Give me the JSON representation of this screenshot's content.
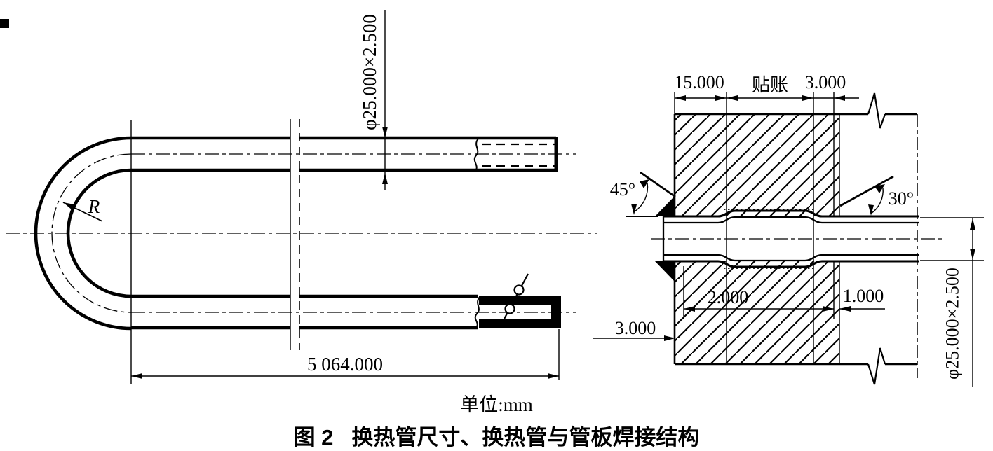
{
  "colors": {
    "ink": "#000000",
    "background": "#ffffff"
  },
  "left_view": {
    "od_label": "φ25.000×2.500",
    "radius_label": "R",
    "length_label": "5 064.000"
  },
  "right_view": {
    "weld_zone_width_label": "15.000",
    "expansion_zone_label": "贴账",
    "sheet_gap_label": "3.000",
    "weld_angle_label": "45°",
    "groove_angle_label": "30°",
    "groove_depth_label": "2.000",
    "gap_width_label": "1.000",
    "weld_leg_label": "3.000",
    "od_label": "φ25.000×2.500"
  },
  "footer": {
    "unit_label": "单位:mm",
    "figure_number": "图 2",
    "figure_title": "换热管尺寸、换热管与管板焊接结构"
  }
}
